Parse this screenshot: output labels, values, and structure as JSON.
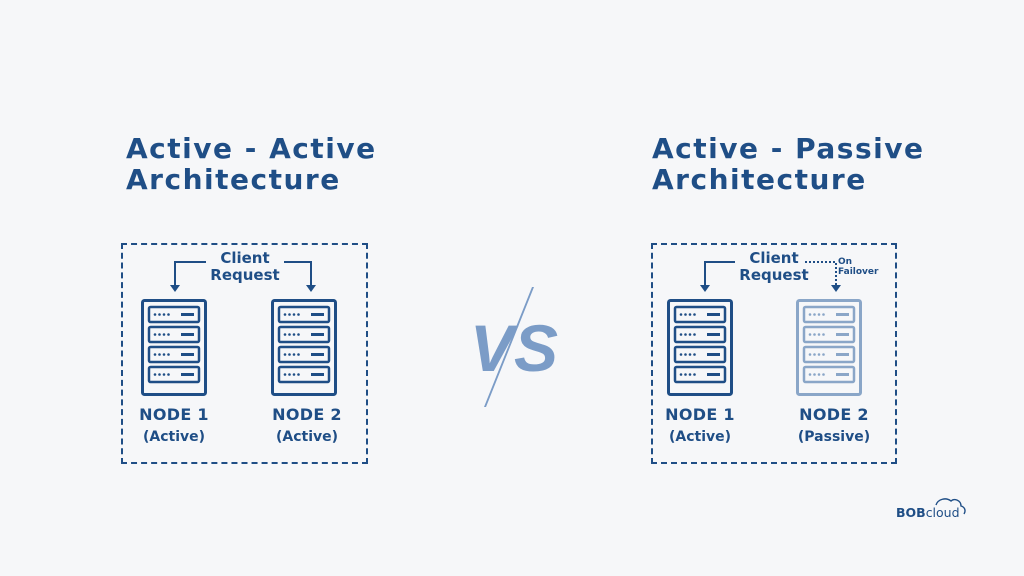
{
  "left": {
    "title_line1": "Active - Active",
    "title_line2": "Architecture",
    "client_line1": "Client",
    "client_line2": "Request",
    "node1_name": "NODE 1",
    "node1_state": "(Active)",
    "node2_name": "NODE 2",
    "node2_state": "(Active)"
  },
  "right": {
    "title_line1": "Active - Passive",
    "title_line2": "Architecture",
    "client_line1": "Client",
    "client_line2": "Request",
    "failover_line1": "On",
    "failover_line2": "Failover",
    "node1_name": "NODE 1",
    "node1_state": "(Active)",
    "node2_name": "NODE 2",
    "node2_state": "(Passive)"
  },
  "vs_label": "VS",
  "logo": {
    "text_bold": "BOB",
    "text_light": "cloud"
  },
  "colors": {
    "primary": "#1f4e86",
    "passive": "#8aa6c8",
    "vs": "#7b9cc7",
    "background": "#f6f7f9"
  },
  "icons": [
    "server-rack-icon",
    "arrow-down-icon",
    "cloud-icon"
  ]
}
